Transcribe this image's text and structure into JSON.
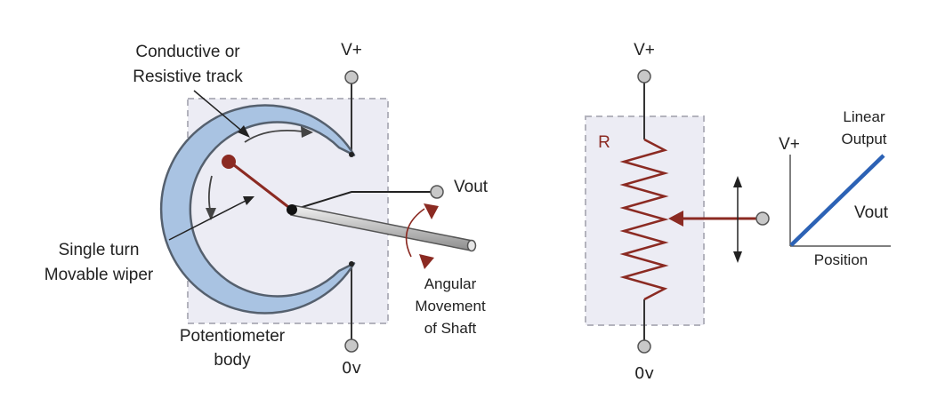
{
  "potentiometer": {
    "track_label_line1": "Conductive or",
    "track_label_line2": "Resistive track",
    "wiper_label_line1": "Single turn",
    "wiper_label_line2": "Movable wiper",
    "body_label_line1": "Potentiometer",
    "body_label_line2": "body",
    "supply_label": "V+",
    "ground_label": "0v",
    "output_label": "Vout",
    "movement_label_line1": "Angular",
    "movement_label_line2": "Movement",
    "movement_label_line3": "of Shaft"
  },
  "schematic": {
    "supply_label": "V+",
    "ground_label": "0v",
    "resistor_label": "R"
  },
  "graph": {
    "title_line1": "Linear",
    "title_line2": "Output",
    "y_label": "V+",
    "line_label": "Vout",
    "x_label": "Position"
  },
  "colors": {
    "track_fill": "#a9c3e2",
    "track_stroke": "#55606e",
    "wiper": "#8b2a22",
    "body_fill": "#ececf4",
    "body_dash": "#b3b3bd",
    "terminal_fill": "#c8c8c8",
    "output_line": "#2c62b5",
    "resistor": "#8b2a22"
  }
}
